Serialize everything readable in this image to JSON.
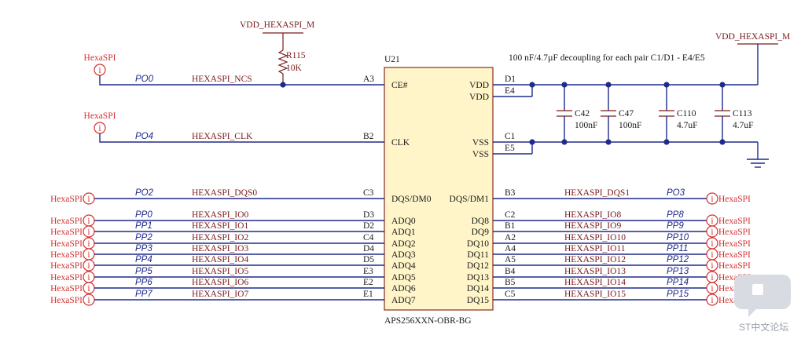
{
  "power": {
    "vdd_top": "VDD_HEXASPI_M",
    "vdd_right": "VDD_HEXASPI_M"
  },
  "resistor": {
    "ref": "R115",
    "value": "10K"
  },
  "ic": {
    "ref": "U21",
    "part": "APS256XXN-OBR-BG"
  },
  "decoupling_note": "100 nF/4.7µF decoupling  for each pair C1/D1 - E4/E5",
  "port_label": "HexaSPI",
  "port_glyph": "i",
  "capacitors": [
    {
      "ref": "C42",
      "value": "100nF"
    },
    {
      "ref": "C47",
      "value": "100nF"
    },
    {
      "ref": "C110",
      "value": "4.7uF"
    },
    {
      "ref": "C113",
      "value": "4.7uF"
    }
  ],
  "left_top": [
    {
      "net": "PO0",
      "signal": "HEXASPI_NCS",
      "ball": "A3",
      "pin": "CE#"
    },
    {
      "net": "PO4",
      "signal": "HEXASPI_CLK",
      "ball": "B2",
      "pin": "CLK"
    }
  ],
  "left_rows": [
    {
      "net": "PO2",
      "signal": "HEXASPI_DQS0",
      "ball": "C3",
      "pin": "DQS/DM0"
    },
    {
      "net": "PP0",
      "signal": "HEXASPI_IO0",
      "ball": "D3",
      "pin": "ADQ0"
    },
    {
      "net": "PP1",
      "signal": "HEXASPI_IO1",
      "ball": "D2",
      "pin": "ADQ1"
    },
    {
      "net": "PP2",
      "signal": "HEXASPI_IO2",
      "ball": "C4",
      "pin": "ADQ2"
    },
    {
      "net": "PP3",
      "signal": "HEXASPI_IO3",
      "ball": "D4",
      "pin": "ADQ3"
    },
    {
      "net": "PP4",
      "signal": "HEXASPI_IO4",
      "ball": "D5",
      "pin": "ADQ4"
    },
    {
      "net": "PP5",
      "signal": "HEXASPI_IO5",
      "ball": "E3",
      "pin": "ADQ5"
    },
    {
      "net": "PP6",
      "signal": "HEXASPI_IO6",
      "ball": "E2",
      "pin": "ADQ6"
    },
    {
      "net": "PP7",
      "signal": "HEXASPI_IO7",
      "ball": "E1",
      "pin": "ADQ7"
    }
  ],
  "right_power": [
    {
      "ball": "D1",
      "pin": "VDD"
    },
    {
      "ball": "E4",
      "pin": "VDD"
    },
    {
      "ball": "C1",
      "pin": "VSS"
    },
    {
      "ball": "E5",
      "pin": "VSS"
    }
  ],
  "right_rows": [
    {
      "net": "PO3",
      "signal": "HEXASPI_DQS1",
      "ball": "B3",
      "pin": "DQS/DM1"
    },
    {
      "net": "PP8",
      "signal": "HEXASPI_IO8",
      "ball": "C2",
      "pin": "DQ8"
    },
    {
      "net": "PP9",
      "signal": "HEXASPI_IO9",
      "ball": "B1",
      "pin": "DQ9"
    },
    {
      "net": "PP10",
      "signal": "HEXASPI_IO10",
      "ball": "A2",
      "pin": "DQ10"
    },
    {
      "net": "PP11",
      "signal": "HEXASPI_IO11",
      "ball": "A4",
      "pin": "DQ11"
    },
    {
      "net": "PP12",
      "signal": "HEXASPI_IO12",
      "ball": "A5",
      "pin": "DQ12"
    },
    {
      "net": "PP13",
      "signal": "HEXASPI_IO13",
      "ball": "B4",
      "pin": "DQ13"
    },
    {
      "net": "PP14",
      "signal": "HEXASPI_IO14",
      "ball": "B5",
      "pin": "DQ14"
    },
    {
      "net": "PP15",
      "signal": "HEXASPI_IO15",
      "ball": "C5",
      "pin": "DQ15"
    }
  ],
  "watermark": "ST中文论坛"
}
